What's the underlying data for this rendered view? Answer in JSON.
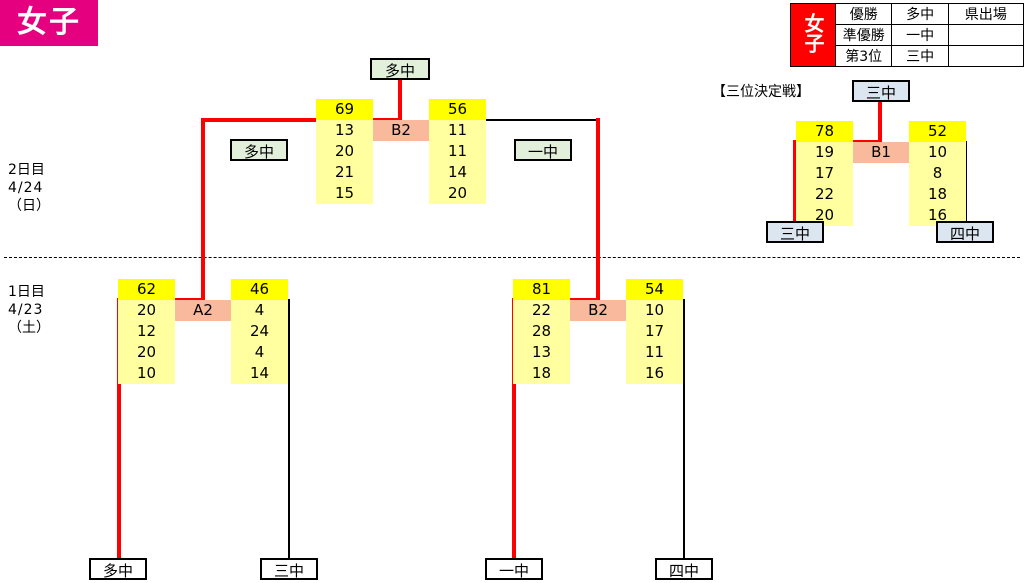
{
  "title": "女子",
  "days": {
    "day2": {
      "label": "2日目",
      "date": "4/24",
      "weekday": "（日）"
    },
    "day1": {
      "label": "1日目",
      "date": "4/23",
      "weekday": "（土）"
    }
  },
  "results_table": {
    "category": "女子",
    "header_extra": "県出場",
    "rows": [
      {
        "place": "優勝",
        "team": "多中",
        "extra": "県出場"
      },
      {
        "place": "準優勝",
        "team": "一中",
        "extra": ""
      },
      {
        "place": "第3位",
        "team": "三中",
        "extra": ""
      }
    ]
  },
  "third_place_label": "【三位決定戦】",
  "matches": {
    "final": {
      "winner_label": "多中",
      "court": "B2",
      "left": {
        "total": "69",
        "periods": [
          "13",
          "20",
          "21",
          "15"
        ],
        "team": "多中"
      },
      "right": {
        "total": "56",
        "periods": [
          "11",
          "11",
          "14",
          "20"
        ],
        "team": "一中"
      }
    },
    "third": {
      "winner_label": "三中",
      "court": "B1",
      "left": {
        "total": "78",
        "periods": [
          "19",
          "17",
          "22",
          "20"
        ],
        "team": "三中"
      },
      "right": {
        "total": "52",
        "periods": [
          "10",
          "8",
          "18",
          "16"
        ],
        "team": "四中"
      }
    },
    "semi1": {
      "court": "A2",
      "left": {
        "total": "62",
        "periods": [
          "20",
          "12",
          "20",
          "10"
        ],
        "team": "多中"
      },
      "right": {
        "total": "46",
        "periods": [
          "4",
          "24",
          "4",
          "14"
        ],
        "team": "三中"
      }
    },
    "semi2": {
      "court": "B2",
      "left": {
        "total": "81",
        "periods": [
          "22",
          "28",
          "13",
          "18"
        ],
        "team": "一中"
      },
      "right": {
        "total": "54",
        "periods": [
          "10",
          "17",
          "11",
          "16"
        ],
        "team": "四中"
      }
    }
  },
  "colors": {
    "winner_line": "#ff0000",
    "title_bg": "#e4007f",
    "total_bg": "#ffff00",
    "period_bg": "#ffffa0",
    "court_bg": "#f9b99d"
  }
}
